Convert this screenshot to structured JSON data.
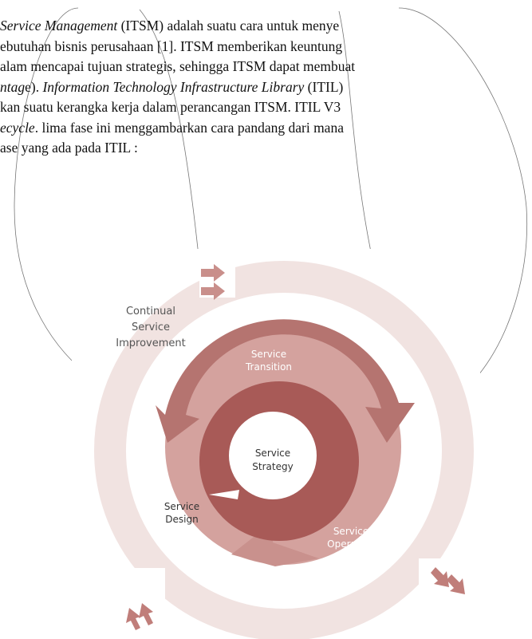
{
  "paragraph": {
    "line1": {
      "it1": "Service Management",
      "rest": " (ITSM) adalah suatu cara untuk menye"
    },
    "line2": {
      "text": "ebutuhan bisnis perusahaan [1]. ITSM memberikan keuntung"
    },
    "line3": {
      "text": "alam mencapai tujuan strategis, sehingga ITSM dapat membuat"
    },
    "line4": {
      "it1": "ntag",
      "mid1": "e). ",
      "it2": "Information Technology Infrastructure Library",
      "rest": " (ITIL)"
    },
    "line5": {
      "text": "kan  suatu kerangka kerja dalam perancangan ITSM. ITIL V3"
    },
    "line6": {
      "it1": "ecycle",
      "rest": ". lima fase ini menggambarkan cara pandang dari mana"
    },
    "line7": {
      "text": "ase yang ada pada ITIL :"
    }
  },
  "diagram": {
    "csi_line1": "Continual",
    "csi_line2": "Service",
    "csi_line3": "Improvement",
    "transition_line1": "Service",
    "transition_line2": "Transition",
    "strategy_line1": "Service",
    "strategy_line2": "Strategy",
    "design_line1": "Service",
    "design_line2": "Design",
    "operation_line1": "Service",
    "operation_line2": "Operation",
    "colors": {
      "outer_ring": "#f1e3e1",
      "middle_ring": "#d4a29e",
      "transition_segment": "#b57470",
      "inner_ring": "#a85a57",
      "center": "#ffffff"
    }
  }
}
